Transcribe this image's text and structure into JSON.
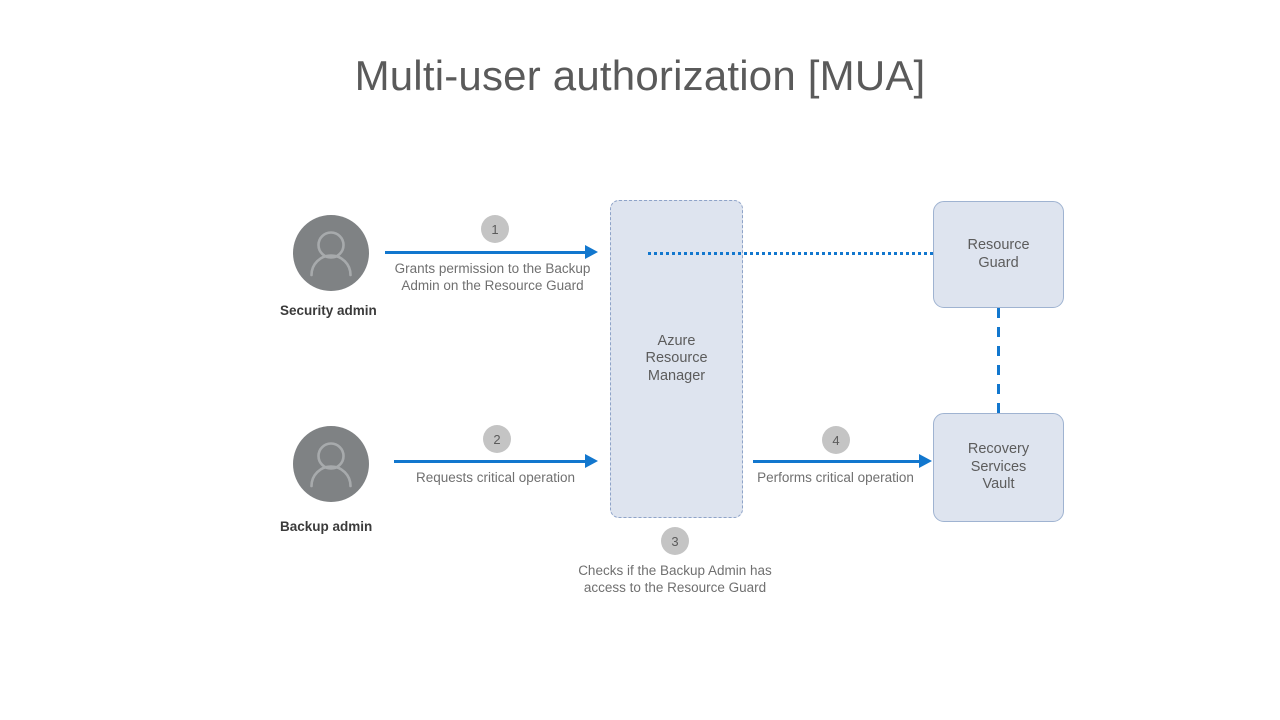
{
  "diagram": {
    "title": "Multi-user authorization [MUA]",
    "actors": [
      {
        "name": "security-admin",
        "label": "Security admin",
        "icon": "person-avatar-icon"
      },
      {
        "name": "backup-admin",
        "label": "Backup admin",
        "icon": "person-avatar-icon"
      }
    ],
    "nodes": [
      {
        "name": "azure-resource-manager",
        "lines": [
          "Azure",
          "Resource",
          "Manager"
        ]
      },
      {
        "name": "resource-guard",
        "lines": [
          "Resource",
          "Guard"
        ]
      },
      {
        "name": "recovery-services-vault",
        "lines": [
          "Recovery",
          "Services",
          "Vault"
        ]
      }
    ],
    "steps": [
      {
        "number": "1",
        "caption_line1": "Grants permission to the Backup",
        "caption_line2": "Admin on the Resource Guard",
        "from": "security-admin",
        "to": "azure-resource-manager",
        "style": "solid-arrow"
      },
      {
        "number": "2",
        "caption_line1": "Requests critical operation",
        "caption_line2": "",
        "from": "backup-admin",
        "to": "azure-resource-manager",
        "style": "solid-arrow"
      },
      {
        "number": "3",
        "caption_line1": "Checks if the Backup Admin has",
        "caption_line2": "access to the Resource Guard",
        "from": "azure-resource-manager",
        "to": "resource-guard",
        "style": "dotted"
      },
      {
        "number": "4",
        "caption_line1": "Performs critical operation",
        "caption_line2": "",
        "from": "azure-resource-manager",
        "to": "recovery-services-vault",
        "style": "solid-arrow"
      }
    ],
    "colors": {
      "accent_blue": "#1277ce",
      "box_fill": "#dee4ef",
      "box_border": "#9fb3d1",
      "avatar_grey": "#7f8284",
      "badge_grey": "#c4c4c4",
      "title_grey": "#5a5a5a",
      "caption_grey": "#707070"
    }
  }
}
